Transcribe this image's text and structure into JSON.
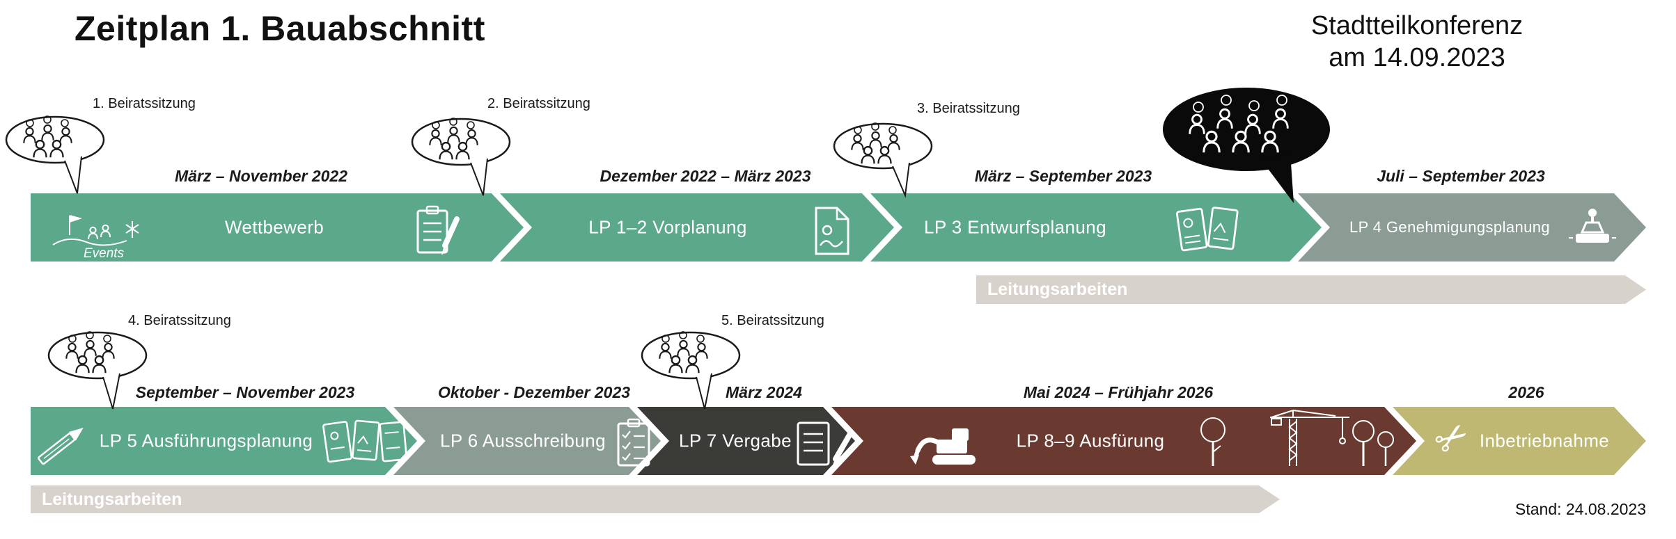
{
  "title": "Zeitplan 1. Bauabschnitt",
  "conference": {
    "line1": "Stadtteilkonferenz",
    "line2": "am 14.09.2023"
  },
  "stand": "Stand: 24.08.2023",
  "events_label": "Events",
  "meetings": [
    "1. Beiratssitzung",
    "2. Beiratssitzung",
    "3. Beiratssitzung",
    "4. Beiratssitzung",
    "5. Beiratssitzung"
  ],
  "row1": {
    "leitungsarbeiten": "Leitungsarbeiten",
    "segments": [
      {
        "label": "Wettbewerb",
        "date": "März – November 2022",
        "color": "#5CA88B"
      },
      {
        "label": "LP 1–2 Vorplanung",
        "date": "Dezember 2022 – März 2023",
        "color": "#5CA88B"
      },
      {
        "label": "LP 3  Entwurfsplanung",
        "date": "März –  September 2023",
        "color": "#5CA88B"
      },
      {
        "label": "LP 4 Genehmigungsplanung",
        "date": "Juli  – September 2023",
        "color": "#8B9C95"
      }
    ]
  },
  "row2": {
    "leitungsarbeiten": "Leitungsarbeiten",
    "segments": [
      {
        "label": "LP 5  Ausführungsplanung",
        "date": "September – November 2023",
        "color": "#5CA88B"
      },
      {
        "label": "LP 6 Ausschreibung",
        "date": "Oktober - Dezember 2023",
        "color": "#8B9C95"
      },
      {
        "label": "LP 7 Vergabe",
        "date": "März 2024",
        "color": "#3B3B38"
      },
      {
        "label": "LP 8–9 Ausfürung",
        "date": "Mai 2024 – Frühjahr 2026",
        "color": "#6A392F"
      },
      {
        "label": "Inbetriebnahme",
        "date": "2026",
        "color": "#BEB873"
      }
    ]
  },
  "colors": {
    "green": "#5CA88B",
    "sage": "#8B9C95",
    "dark": "#3B3B38",
    "brown": "#6A392F",
    "olive": "#BEB873",
    "band": "#D8D2CC",
    "conference_bubble": "#0A0A0A",
    "arrow_text": "#FFFFFF"
  }
}
